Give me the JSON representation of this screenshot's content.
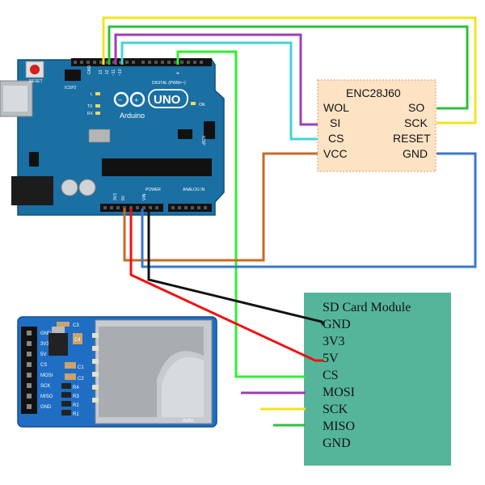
{
  "arduino": {
    "reset_label": "RESET",
    "icsp2_label": "ICSP2",
    "icsp_label": "ICSP",
    "brand_label": "Arduino",
    "model_label": "UNO",
    "led_on_label": "ON",
    "led_l_label": "L",
    "led_tx_label": "TX",
    "led_rx_label": "RX",
    "digital_label": "DIGITAL (PWM=~)",
    "power_label": "POWER",
    "analog_label": "ANALOG IN",
    "pin_gnd": "GND",
    "pin_13": "13",
    "pin_12": "12",
    "pin_11": "~11",
    "pin_10": "~10",
    "pin_4": "4",
    "pin_3v3": "3V3",
    "pin_5v": "5V",
    "pin_vin": "VIN"
  },
  "enc28j60": {
    "title": "ENC28J60",
    "pin_wol": "WOL",
    "pin_so": "SO",
    "pin_si": "SI",
    "pin_sck": "SCK",
    "pin_cs": "CS",
    "pin_reset": "RESET",
    "pin_vcc": "VCC",
    "pin_gnd": "GND"
  },
  "sd_module": {
    "title": "SD Card Module",
    "pins": [
      "GND",
      "3V3",
      "5V",
      "CS",
      "MOSI",
      "SCK",
      "MISO",
      "GND"
    ]
  },
  "sd_board": {
    "pin_labels": [
      "GND",
      "3V3",
      "5V",
      "CS",
      "MOSI",
      "SCK",
      "MISO",
      "GND"
    ],
    "parts": [
      "C3",
      "C4",
      "C1",
      "C2",
      "R4",
      "R3",
      "R2",
      "R1"
    ],
    "watermark": "Avito"
  },
  "colors": {
    "arduino_blue": "#1a6fa3",
    "enc_fill": "#fde2c4",
    "sd_module_fill": "#55b59a",
    "wire_yellow": "#f2e41c",
    "wire_green": "#2fbf3a",
    "wire_bright_green": "#33ee33",
    "wire_purple": "#9b3fb5",
    "wire_cyan": "#45d4d4",
    "wire_orange": "#c86a25",
    "wire_blue": "#3a77c8",
    "wire_red": "#ee1111",
    "wire_black": "#111111"
  }
}
